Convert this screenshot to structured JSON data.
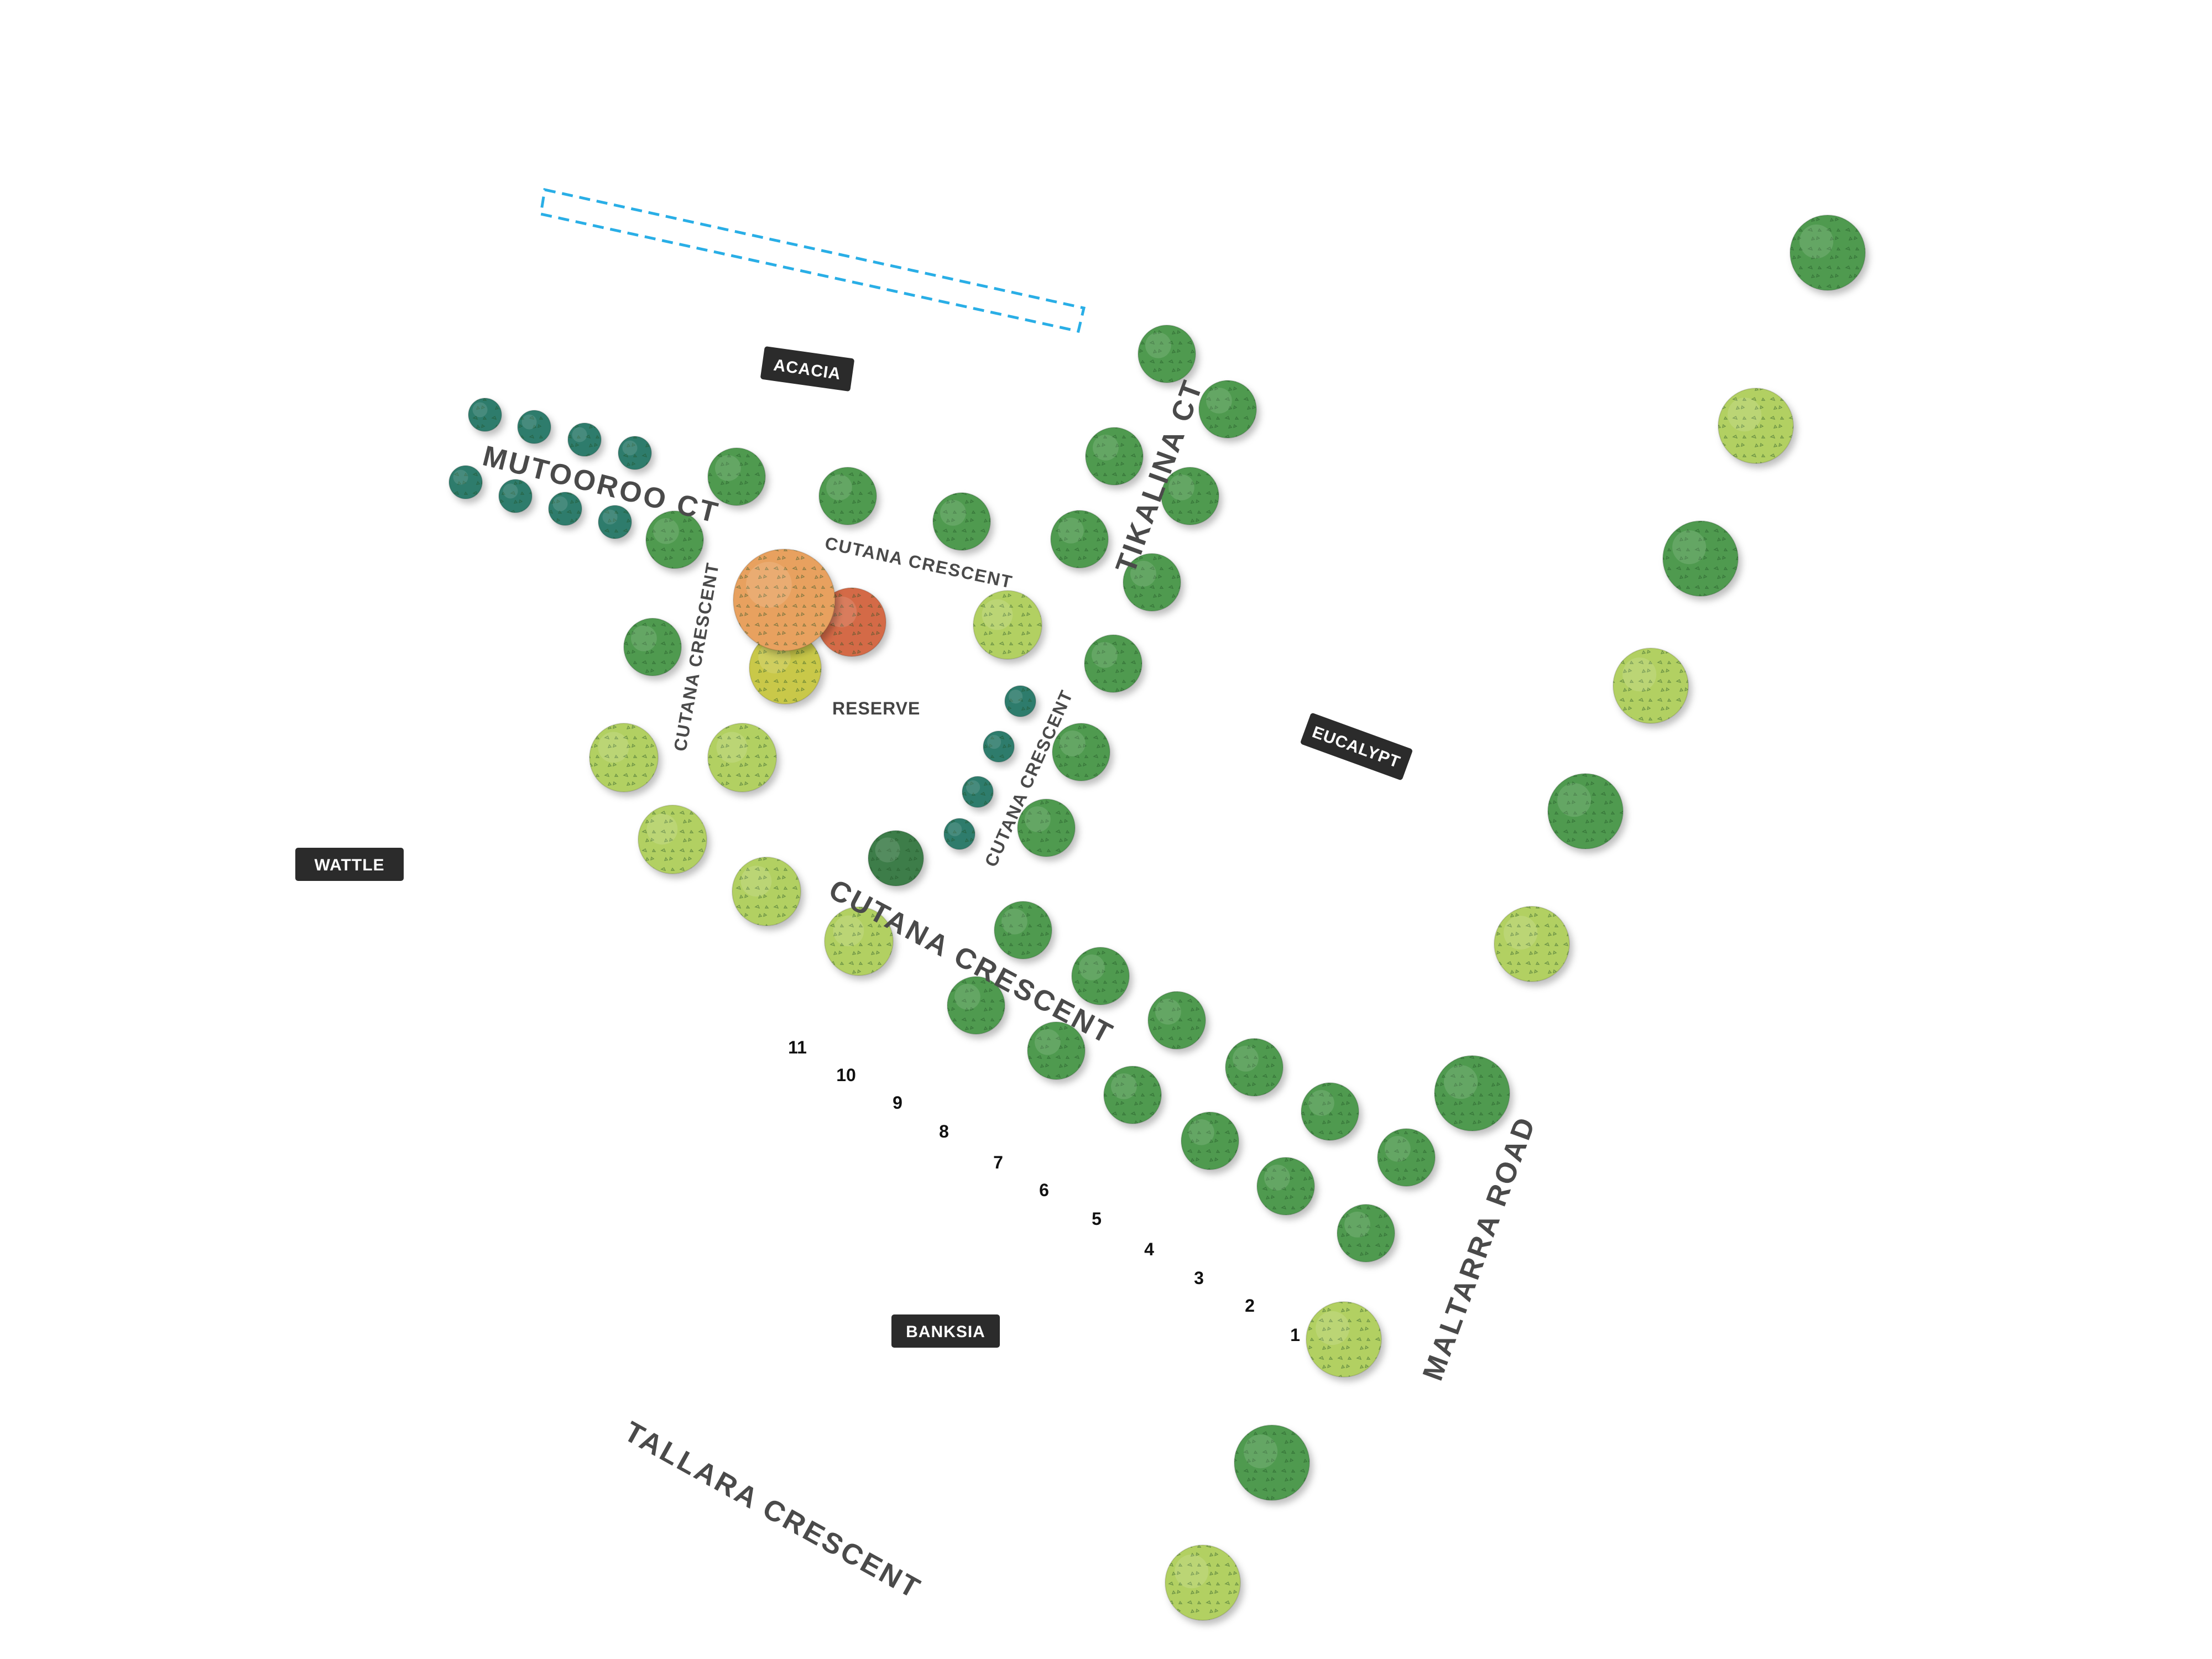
{
  "zones": [
    {
      "id": "acacia",
      "label": "ACACIA"
    },
    {
      "id": "eucalypt",
      "label": "EUCALYPT"
    },
    {
      "id": "wattle",
      "label": "WATTLE"
    },
    {
      "id": "banksia",
      "label": "BANKSIA"
    }
  ],
  "streets": {
    "mutooroo": "MUTOOROO CT",
    "tikalina": "TIKALINA CT",
    "cutana_top": "CUTANA CRESCENT",
    "cutana_left": "CUTANA CRESCENT",
    "cutana_right": "CUTANA CRESCENT",
    "cutana_main": "CUTANA CRESCENT",
    "maltarra": "MALTARRA   ROAD",
    "tallara": "TALLARA   CRESCENT"
  },
  "reserve_label": "RESERVE",
  "plot_numbers": [
    "11",
    "10",
    "9",
    "8",
    "7",
    "6",
    "5",
    "4",
    "3",
    "2",
    "1"
  ],
  "colors": {
    "tree_dark": "#4f9a50",
    "tree_light": "#b2d062",
    "tree_small": "#2f7c6c",
    "tree_orange": "#e8a15e",
    "tree_red": "#d46a47",
    "tree_olive": "#c9c84a",
    "tree_forest": "#3c7d48",
    "label_bg": "#2b2b2b",
    "boundary": "#29aee6"
  },
  "icons": [
    "tree-icon",
    "boundary-outline"
  ]
}
